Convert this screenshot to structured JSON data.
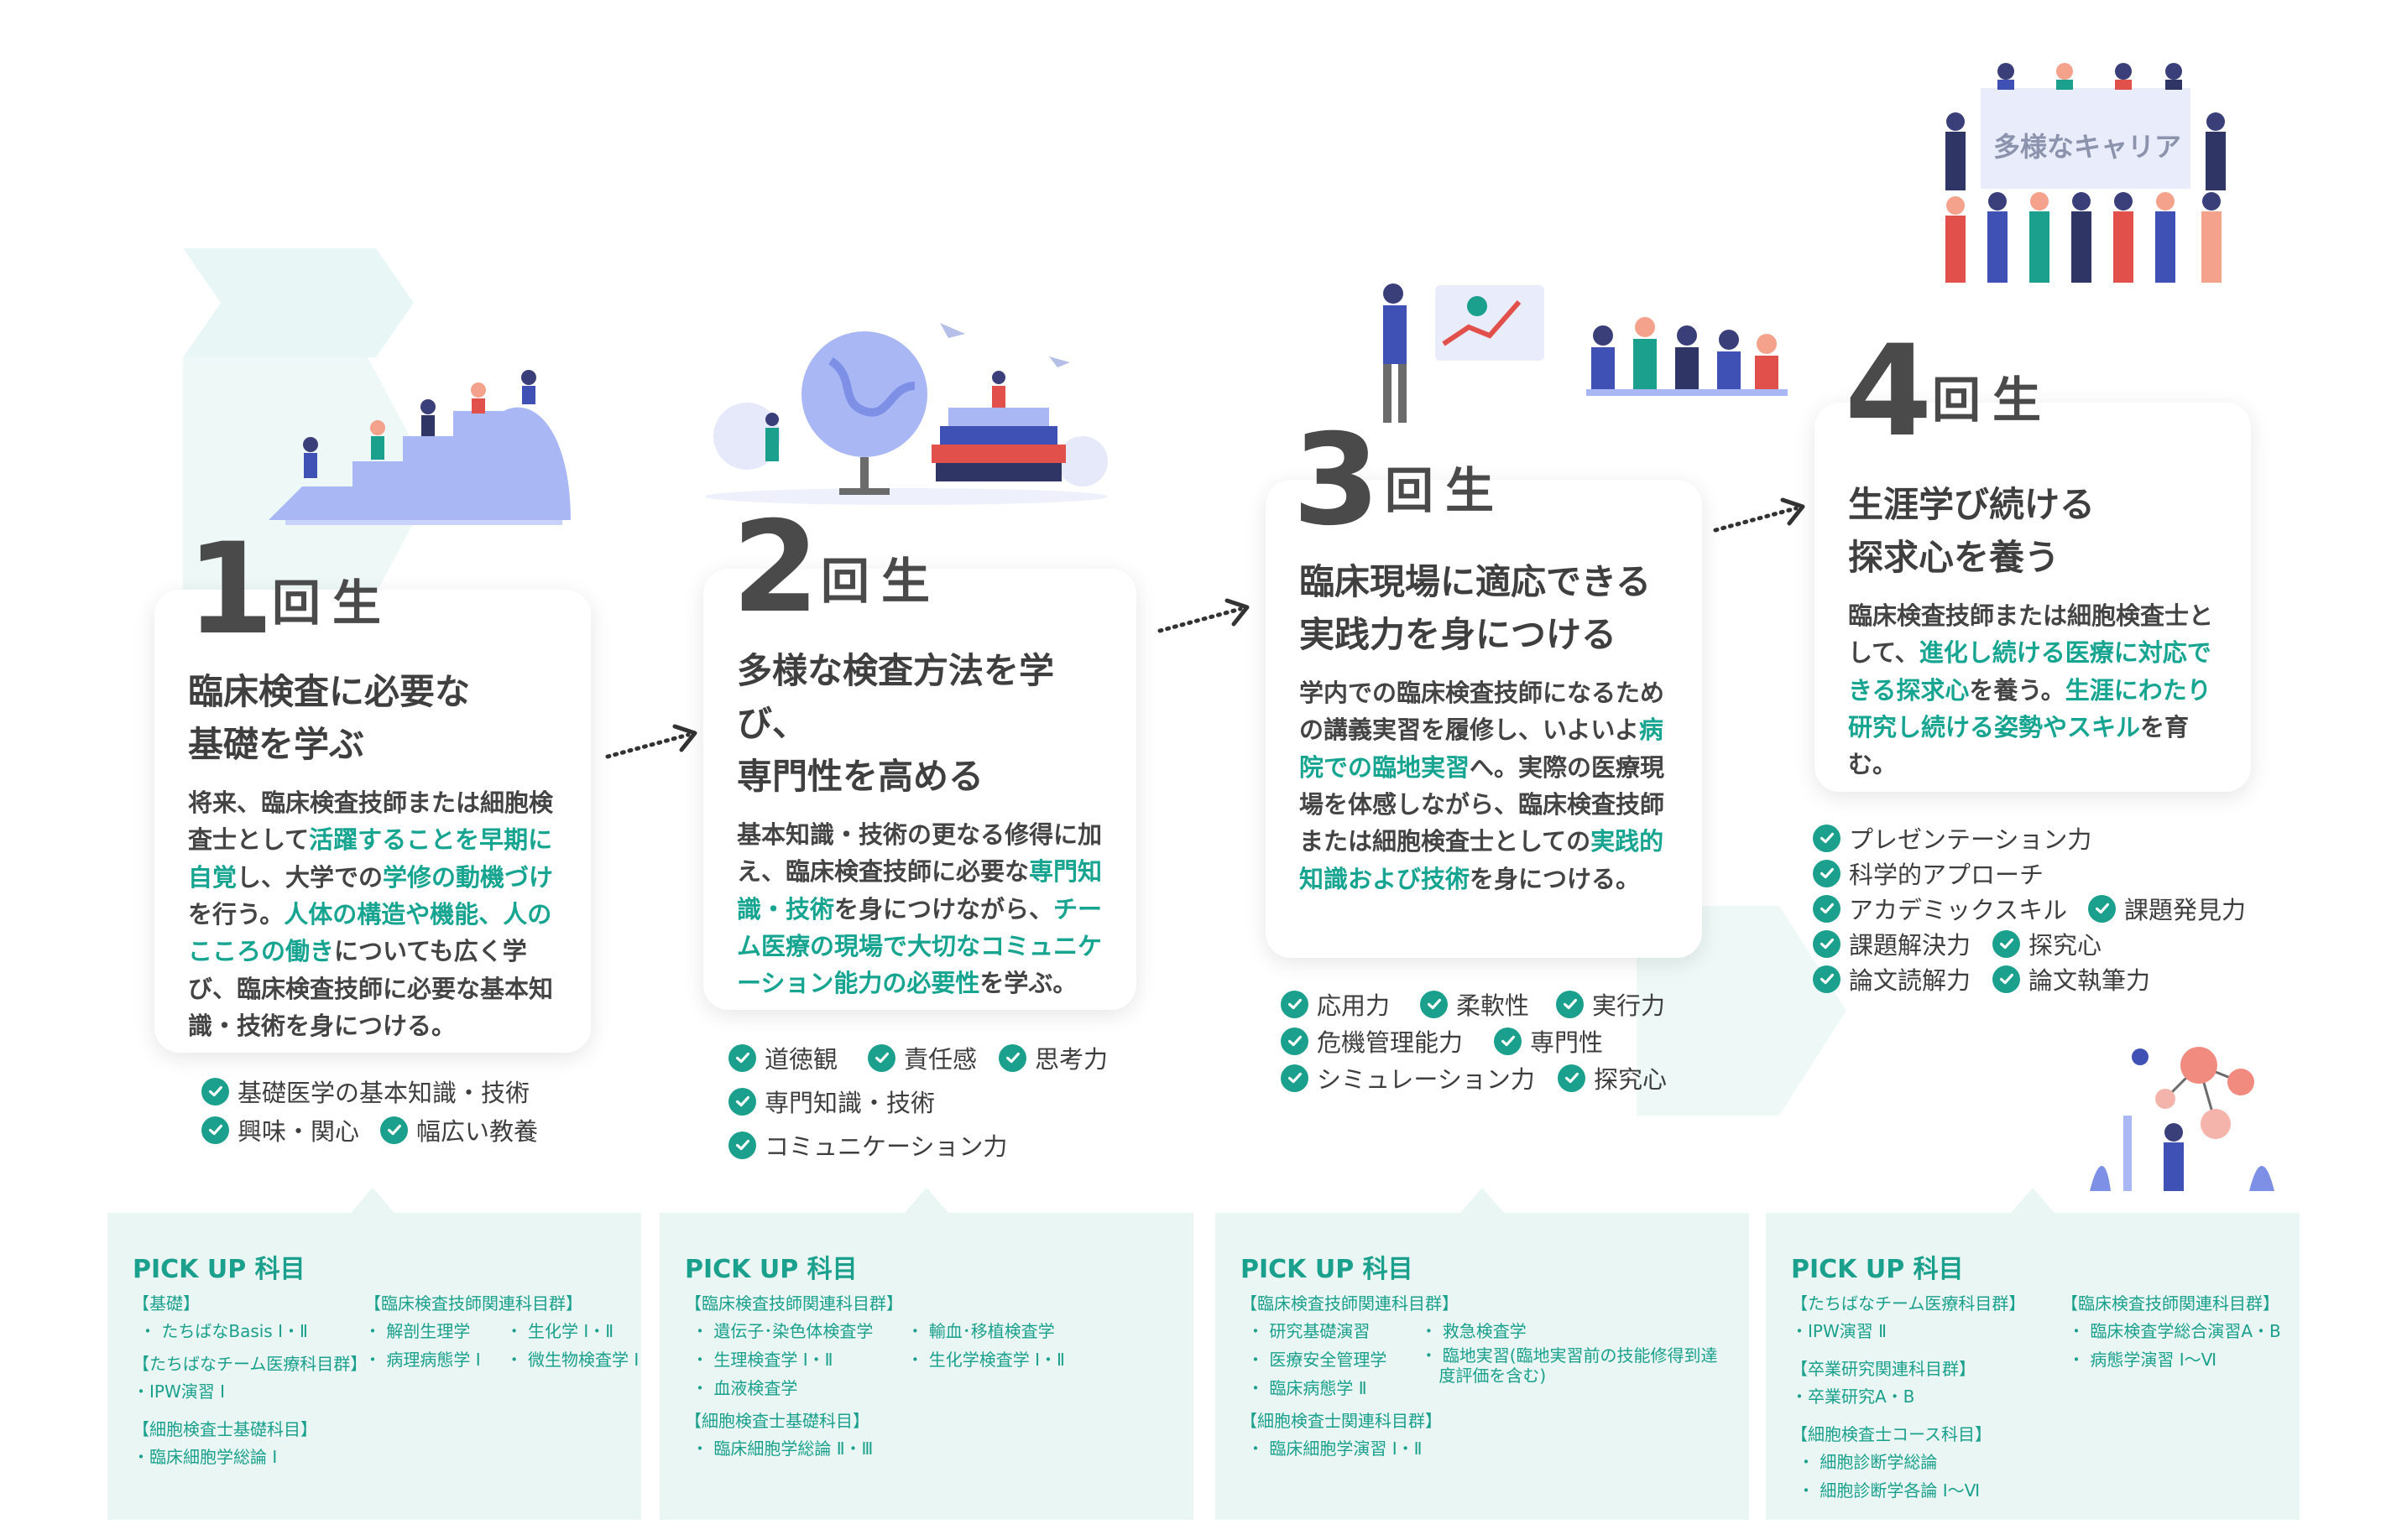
{
  "colors": {
    "accent": "#1aa08c",
    "text": "#3a3a3a",
    "panel_bg": "#e9f6f3",
    "illustration_blue": "#a9b8f5"
  },
  "years": [
    {
      "num": "1",
      "suffix": "回生",
      "title_l1": "臨床検査に必要な",
      "title_l2": "基礎を学ぶ",
      "body": [
        "将来、臨床検査技師または細胞検査士として",
        "活躍することを早期に自覚",
        "し、大学での",
        "学修の動機づけ",
        "を行う。",
        "人体の構造や機能、人のこころの働き",
        "についても広く学び、臨床検査技師に必要な基本知識・技術を身につける。"
      ],
      "skills": [
        "基礎医学の基本知識・技術",
        "興味・関心",
        "幅広い教養"
      ],
      "pickup": {
        "title": "PICK UP 科目",
        "groups": [
          {
            "heading": "【基礎】",
            "items": [
              "・ たちばなBasis Ⅰ・Ⅱ"
            ]
          },
          {
            "heading": "【たちばなチーム医療科目群】",
            "items": [
              "・IPW演習 Ⅰ"
            ]
          },
          {
            "heading": "【細胞検査士基礎科目】",
            "items": [
              "・臨床細胞学総論 Ⅰ"
            ]
          },
          {
            "heading": "【臨床検査技師関連科目群】",
            "items": [
              "・ 解剖生理学",
              "・ 病理病態学 Ⅰ",
              "・ 生化学 Ⅰ・Ⅱ",
              "・ 微生物検査学 Ⅰ"
            ]
          }
        ]
      }
    },
    {
      "num": "2",
      "suffix": "回生",
      "title_l1": "多様な検査方法を学び、",
      "title_l2": "専門性を高める",
      "body": [
        "基本知識・技術の更なる修得に加え、臨床検査技師に必要な",
        "専門知識・技術",
        "を身につけながら、",
        "チーム医療の現場で大切なコミュニケーション能力の必要性",
        "を学ぶ。"
      ],
      "skills": [
        "道徳観",
        "責任感",
        "思考力",
        "専門知識・技術",
        "コミュニケーション力"
      ],
      "pickup": {
        "title": "PICK UP 科目",
        "groups": [
          {
            "heading": "【臨床検査技師関連科目群】",
            "items": [
              "・ 遺伝子･染色体検査学",
              "・ 生理検査学 Ⅰ・Ⅱ",
              "・ 血液検査学",
              "・ 輸血･移植検査学",
              "・ 生化学検査学 Ⅰ・Ⅱ"
            ]
          },
          {
            "heading": "【細胞検査士基礎科目】",
            "items": [
              "・ 臨床細胞学総論 Ⅱ・Ⅲ"
            ]
          }
        ]
      }
    },
    {
      "num": "3",
      "suffix": "回生",
      "title_l1": "臨床現場に適応できる",
      "title_l2": "実践力を身につける",
      "body": [
        "学内での臨床検査技師になるための講義実習を履修し、いよいよ",
        "病院での臨地実習",
        "へ。実際の医療現場を体感しながら、臨床検査技師または細胞検査士としての",
        "実践的知識および技術",
        "を身につける。"
      ],
      "skills": [
        "応用力",
        "柔軟性",
        "実行力",
        "危機管理能力",
        "専門性",
        "シミュレーション力",
        "探究心"
      ],
      "pickup": {
        "title": "PICK UP 科目",
        "groups": [
          {
            "heading": "【臨床検査技師関連科目群】",
            "items": [
              "・ 研究基礎演習",
              "・ 医療安全管理学",
              "・ 臨床病態学 Ⅱ",
              "・ 救急検査学",
              "・ 臨地実習(臨地実習前の技能修得到達",
              "度評価を含む)"
            ]
          },
          {
            "heading": "【細胞検査士関連科目群】",
            "items": [
              "・ 臨床細胞学演習 Ⅰ・Ⅱ"
            ]
          }
        ]
      }
    },
    {
      "num": "4",
      "suffix": "回生",
      "title_l1": "生涯学び続ける",
      "title_l2": "探求心を養う",
      "body": [
        "臨床検査技師または細胞検査士として、",
        "進化し続ける医療に対応できる探求心",
        "を養う。",
        "生涯にわたり研究し続ける姿勢やスキル",
        "を育む。"
      ],
      "skills": [
        "プレゼンテーション力",
        "科学的アプローチ",
        "アカデミックスキル",
        "課題発見力",
        "課題解決力",
        "探究心",
        "論文読解力",
        "論文執筆力"
      ],
      "pickup": {
        "title": "PICK UP 科目",
        "groups": [
          {
            "heading": "【たちばなチーム医療科目群】",
            "items": [
              "・IPW演習 Ⅱ"
            ]
          },
          {
            "heading": "【卒業研究関連科目群】",
            "items": [
              "・卒業研究A・B"
            ]
          },
          {
            "heading": "【細胞検査士コース科目】",
            "items": [
              "・ 細胞診断学総論",
              "・ 細胞診断学各論 Ⅰ〜Ⅵ"
            ]
          },
          {
            "heading": "【臨床検査技師関連科目群】",
            "items": [
              "・ 臨床検査学総合演習A・B",
              "・ 病態学演習 Ⅰ〜Ⅵ"
            ]
          }
        ]
      }
    }
  ],
  "career_sign": "多様なキャリア",
  "icons": [
    "check-icon",
    "dotted-arrow-icon",
    "career-illustration",
    "study-illustration",
    "globe-illustration",
    "presentation-illustration",
    "research-illustration"
  ]
}
